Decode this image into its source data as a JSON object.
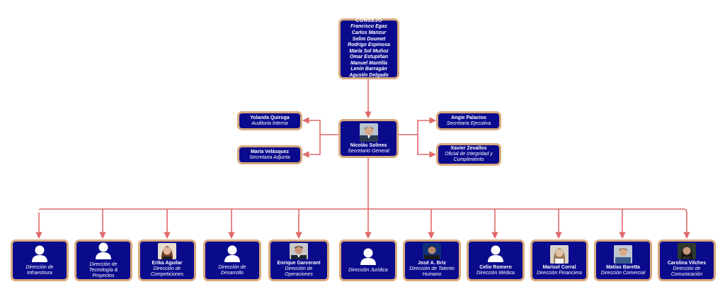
{
  "council": {
    "title": "CONSEJO",
    "members": [
      "Francisco Egas",
      "Carlos Manzur",
      "Selim Doumet",
      "Rodrigo Espinosa",
      "María Sol Muñoz",
      "Omar Estupiñan",
      "Manuel Mantilla",
      "Lenín Barragán",
      "Agustín Delgado"
    ]
  },
  "secretary": {
    "name": "Nicolás Solines",
    "role": "Secretario General"
  },
  "left_staff": [
    {
      "name": "Yolanda Quiroga",
      "role": "Auditoria Interna"
    },
    {
      "name": "María Velásquez",
      "role": "Secretaria Adjunta"
    }
  ],
  "right_staff": [
    {
      "name": "Angie Palacios",
      "role": "Secretaria Ejecutiva"
    },
    {
      "name": "Xavier Zevallos",
      "role": "Oficial de Integridad y Cumplimiento"
    }
  ],
  "directions": [
    {
      "name": "",
      "role": "Dirección de Infraestrura",
      "icon": "user-placeholder-icon"
    },
    {
      "name": "",
      "role": "Dirección de Tecnología & Proyectos",
      "icon": "user-placeholder-icon"
    },
    {
      "name": "Erika Aguilar",
      "role": "Dirección de Competiciones",
      "icon": "photo"
    },
    {
      "name": "",
      "role": "Dirección de Desarrollo",
      "icon": "user-placeholder-icon"
    },
    {
      "name": "Enrique Garcerant",
      "role": "Dirección de Operaciones",
      "icon": "photo"
    },
    {
      "name": "",
      "role": "Dirección Jurídica",
      "icon": "user-placeholder-icon"
    },
    {
      "name": "José A. Briz",
      "role": "Dirección de Talento Humano",
      "icon": "photo"
    },
    {
      "name": "Celio Romero",
      "role": "Dirección Médica",
      "icon": "user-placeholder-icon"
    },
    {
      "name": "Marisol Corral",
      "role": "Dirección Financiera",
      "icon": "photo"
    },
    {
      "name": "Matías Baretta",
      "role": "Dirección Comercial",
      "icon": "photo"
    },
    {
      "name": "Carolina Vilches",
      "role": "Dirección de Comunicación",
      "icon": "photo"
    }
  ],
  "colors": {
    "box": "#0a0a8c",
    "border": "#d9a87f",
    "connector": "#e06a6a"
  }
}
